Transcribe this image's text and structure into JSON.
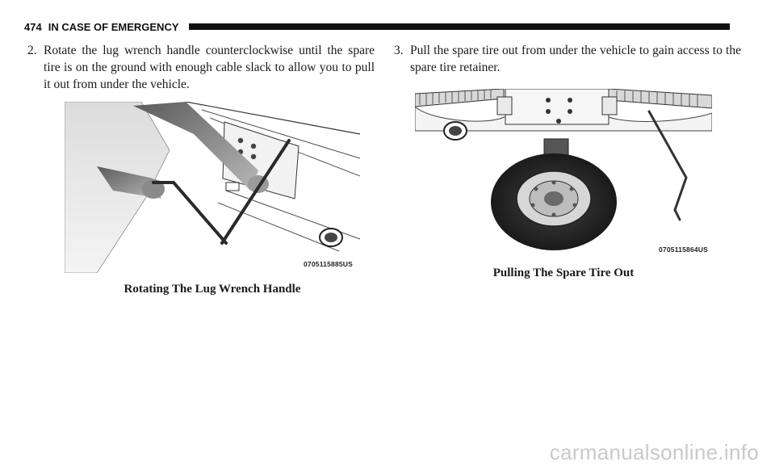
{
  "header": {
    "page_number": "474",
    "section_title": "IN CASE OF EMERGENCY"
  },
  "steps": [
    {
      "number": "2.",
      "text": "Rotate the lug wrench handle counterclockwise until the spare tire is on the ground with enough cable slack to allow you to pull it out from under the vehicle."
    },
    {
      "number": "3.",
      "text": "Pull the spare tire out from under the vehicle to gain access to the spare tire retainer."
    }
  ],
  "figures": [
    {
      "code": "0705115885US",
      "caption": "Rotating The Lug Wrench Handle"
    },
    {
      "code": "0705115864US",
      "caption": "Pulling The Spare Tire Out"
    }
  ],
  "watermark": "carmanualsonline.info"
}
